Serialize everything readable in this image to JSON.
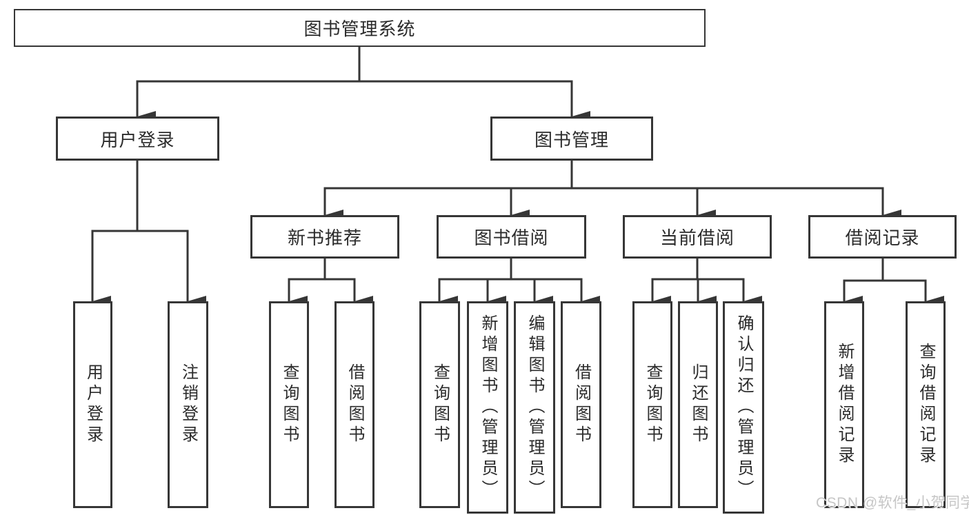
{
  "diagram_type": "tree",
  "tree": {
    "root": {
      "label": "图书管理系统"
    },
    "user_login": {
      "label": "用户登录",
      "children": {
        "login": {
          "label": "用户登录"
        },
        "logout": {
          "label": "注销登录"
        }
      }
    },
    "book_mgmt": {
      "label": "图书管理",
      "children": {
        "new_book_rec": {
          "label": "新书推荐",
          "children": {
            "query_book": {
              "label": "查询图书"
            },
            "borrow_book": {
              "label": "借阅图书"
            }
          }
        },
        "book_borrow": {
          "label": "图书借阅",
          "children": {
            "query_book": {
              "label": "查询图书"
            },
            "add_book": {
              "label": "新增图书（管理员）"
            },
            "edit_book": {
              "label": "编辑图书（管理员）"
            },
            "borrow_book": {
              "label": "借阅图书"
            }
          }
        },
        "current_borrow": {
          "label": "当前借阅",
          "children": {
            "query_book": {
              "label": "查询图书"
            },
            "return_book": {
              "label": "归还图书"
            },
            "confirm_return": {
              "label": "确认归还（管理员）"
            }
          }
        },
        "borrow_records": {
          "label": "借阅记录",
          "children": {
            "add_record": {
              "label": "新增借阅记录"
            },
            "query_record": {
              "label": "查询借阅记录"
            }
          }
        }
      }
    }
  },
  "watermark": "CSDN @软件_小贺同学",
  "colors": {
    "line": "#363636",
    "text": "#2b2b2b",
    "background": "#ffffff",
    "watermark": "#c6c6c6"
  }
}
